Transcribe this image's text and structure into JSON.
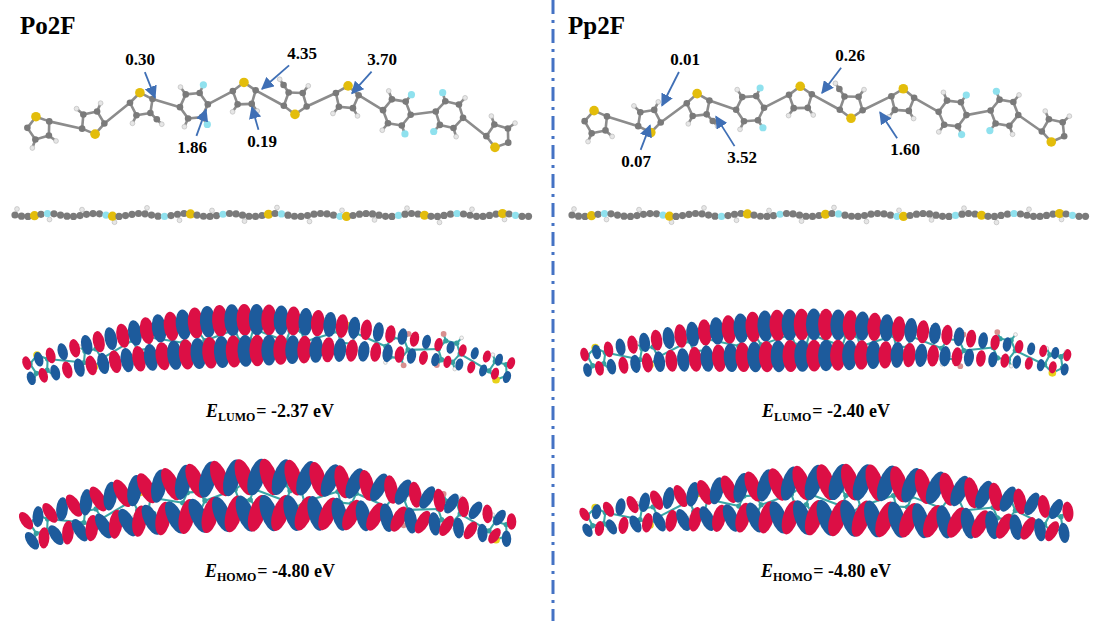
{
  "diagram": {
    "labels": [
      "Po2F",
      "0.30",
      "4.35",
      "1.86",
      "3.70",
      "0.19",
      "E",
      "LUMO",
      "= -2.37 eV",
      "E",
      "HOMO",
      "= -4.80 eV",
      "Pp2F",
      "0.01",
      "0.26",
      "0.07",
      "3.52",
      "1.60",
      "E",
      "LUMO",
      "= -2.40 eV",
      "E",
      "HOMO",
      "= -4.80 eV"
    ]
  }
}
